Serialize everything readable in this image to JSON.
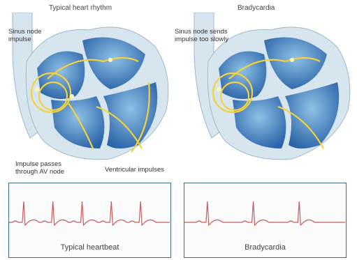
{
  "panels": {
    "left": {
      "title": "Typical heart rhythm",
      "labels": {
        "sinus_line1": "Sinus node",
        "sinus_line2": "impulse",
        "av_line1": "Impulse passes",
        "av_line2": "through AV node",
        "ventricular": "Ventricular impulses"
      },
      "ecg_caption": "Typical heartbeat",
      "ecg_beats": 5
    },
    "right": {
      "title": "Bradycardia",
      "labels": {
        "sinus_line1": "Sinus node sends",
        "sinus_line2": "impulse too slowly"
      },
      "ecg_caption": "Bradycardia",
      "ecg_beats": 3
    }
  },
  "colors": {
    "heart_blue": "#2f6fb3",
    "heart_light": "#7fb2de",
    "wall_tissue": "#d7e5ee",
    "impulse_yellow": "#f2d23d",
    "ecg_line": "#c85a5a",
    "ecg_border": "#3d6e86"
  }
}
